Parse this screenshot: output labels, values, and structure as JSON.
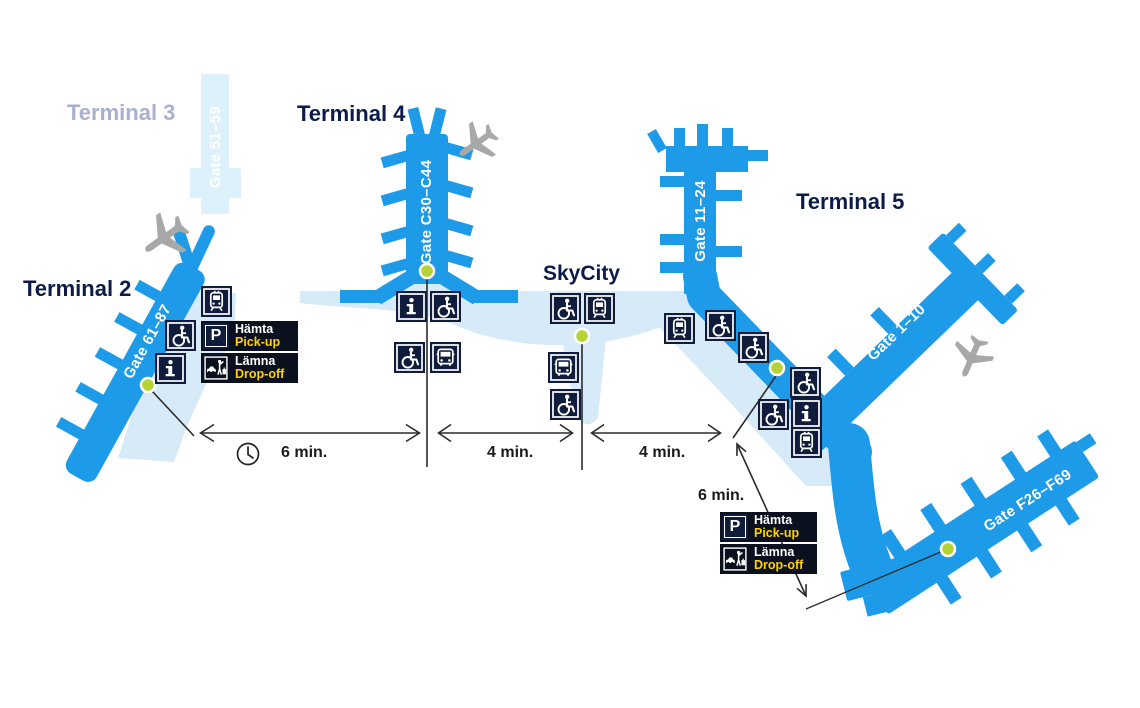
{
  "terminals": {
    "t2": "Terminal 2",
    "t3": "Terminal 3",
    "t4": "Terminal 4",
    "t5": "Terminal 5",
    "skycity": "SkyCity"
  },
  "gates": {
    "t2": "Gate 61–87",
    "t3": "Gate 51–59",
    "t4": "Gate C30–C44",
    "t5_north": "Gate 11–24",
    "t5_east": "Gate 1–10",
    "t5_f": "Gate F26–F69"
  },
  "travel_times": {
    "t2_t4": "6 min.",
    "t4_skycity": "4 min.",
    "skycity_t5": "4 min.",
    "t5_f_pier": "6 min."
  },
  "labels": {
    "pickup": {
      "sv": "Hämta",
      "en": "Pick-up"
    },
    "dropoff": {
      "sv": "Lämna",
      "en": "Drop-off"
    },
    "parking_letter": "P"
  },
  "icons": [
    "train-icon",
    "bus-icon",
    "wheelchair-icon",
    "info-icon",
    "parking-icon",
    "car-dropoff-icon",
    "clock-icon",
    "airplane-icon"
  ],
  "colors": {
    "terminal_blue": "#1E9BE8",
    "apron_light_blue": "#D6EAF8",
    "terminal3_pale_blue": "#DDF1FB",
    "navy_text": "#0C1B4A",
    "terminal3_text": "#A9B0CF",
    "icon_background": "#0F1C3C",
    "label_background": "#0B101F",
    "highlight_yellow": "#FFD200",
    "marker_green": "#B5D334",
    "plane_gray": "#A8A8A8",
    "line_dark": "#2b2b2b"
  }
}
